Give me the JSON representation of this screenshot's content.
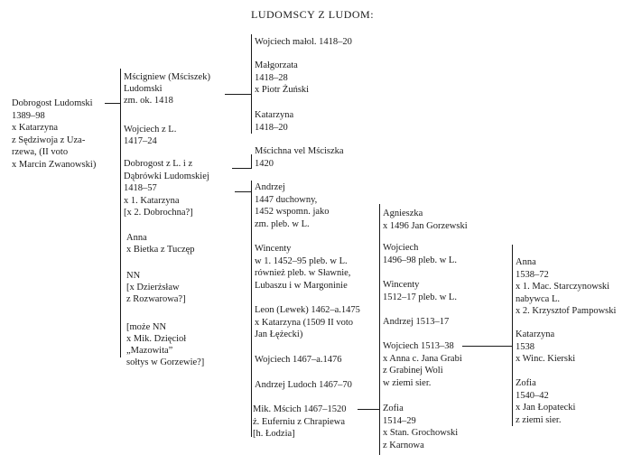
{
  "title": "LUDOMSCY Z LUDOM:",
  "gen1": {
    "dobrogost": [
      "Dobrogost Ludomski",
      "1389–98",
      "x Katarzyna",
      "z Sędziwoja z Uza-",
      "rzewa, (II voto",
      "x Marcin Zwanowski)"
    ]
  },
  "gen2": {
    "mscigniew": [
      "Mścigniew (Mściszek)",
      "Ludomski",
      "zm. ok. 1418"
    ],
    "wojciech_zl": [
      "Wojciech z L.",
      "1417–24"
    ],
    "dobrogost_zl": [
      "Dobrogost z L. i z",
      "Dąbrówki Ludomskiej",
      "1418–57",
      "x 1. Katarzyna",
      "[x 2. Dobrochna?]"
    ],
    "anna": [
      "Anna",
      "x Bietka z Tuczęp"
    ],
    "nn": [
      "NN",
      "[x Dzierżsław",
      "z Rozwarowa?]"
    ],
    "moze_nn": [
      "[może NN",
      "x Mik. Dzięcioł",
      "„Mazowita”",
      "sołtys w Gorzewie?]"
    ]
  },
  "gen3_top": {
    "wojciech_malol": [
      "Wojciech małol. 1418–20"
    ],
    "malgorzata": [
      "Małgorzata",
      "1418–28",
      "x Piotr Żuński"
    ],
    "katarzyna": [
      "Katarzyna",
      "1418–20"
    ]
  },
  "gen3_mid": {
    "mscichna": [
      "Mścichna vel Mściszka",
      "1420"
    ]
  },
  "gen3_bottom": {
    "andrzej": [
      "Andrzej",
      "1447 duchowny,",
      "1452 wspomn. jako",
      "zm. pleb. w L."
    ],
    "wincenty": [
      "Wincenty",
      "w 1. 1452–95 pleb. w L.",
      "również pleb. w Sławnie,",
      "Lubaszu i w Margoninie"
    ],
    "leon": [
      "Leon (Lewek) 1462–a.1475",
      "x Katarzyna (1509 II voto",
      "Jan Łężecki)"
    ],
    "wojciech_1467": [
      "Wojciech 1467–a.1476"
    ],
    "andrzej_ludoch": [
      "Andrzej Ludoch 1467–70"
    ],
    "mik_mscich": [
      "Mik. Mścich 1467–1520",
      "ż. Euferniu z Chrapiewa",
      "[h. Łodzia]"
    ]
  },
  "gen4": {
    "agnieszka": [
      "Agnieszka",
      "x 1496 Jan Gorzewski"
    ],
    "wojciech_1496": [
      "Wojciech",
      "1496–98 pleb. w L."
    ],
    "wincenty_1512": [
      "Wincenty",
      "1512–17 pleb. w L."
    ],
    "andrzej_1513": [
      "Andrzej 1513–17"
    ],
    "wojciech_1513": [
      "Wojciech 1513–38",
      "x Anna c. Jana Grabi",
      "z Grabinej Woli",
      "w ziemi sier."
    ],
    "zofia_1514": [
      "Zofia",
      "1514–29",
      "x Stan. Grochowski",
      "z Karnowa"
    ]
  },
  "gen5": {
    "anna_1538": [
      "Anna",
      "1538–72",
      "x 1. Mac. Starczynowski",
      "nabywca L.",
      "x 2. Krzysztof Pampowski"
    ],
    "katarzyna_1538": [
      "Katarzyna",
      "1538",
      "x Winc. Kierski"
    ],
    "zofia_1540": [
      "Zofia",
      "1540–42",
      "x Jan Łopatecki",
      "z ziemi sier."
    ]
  }
}
